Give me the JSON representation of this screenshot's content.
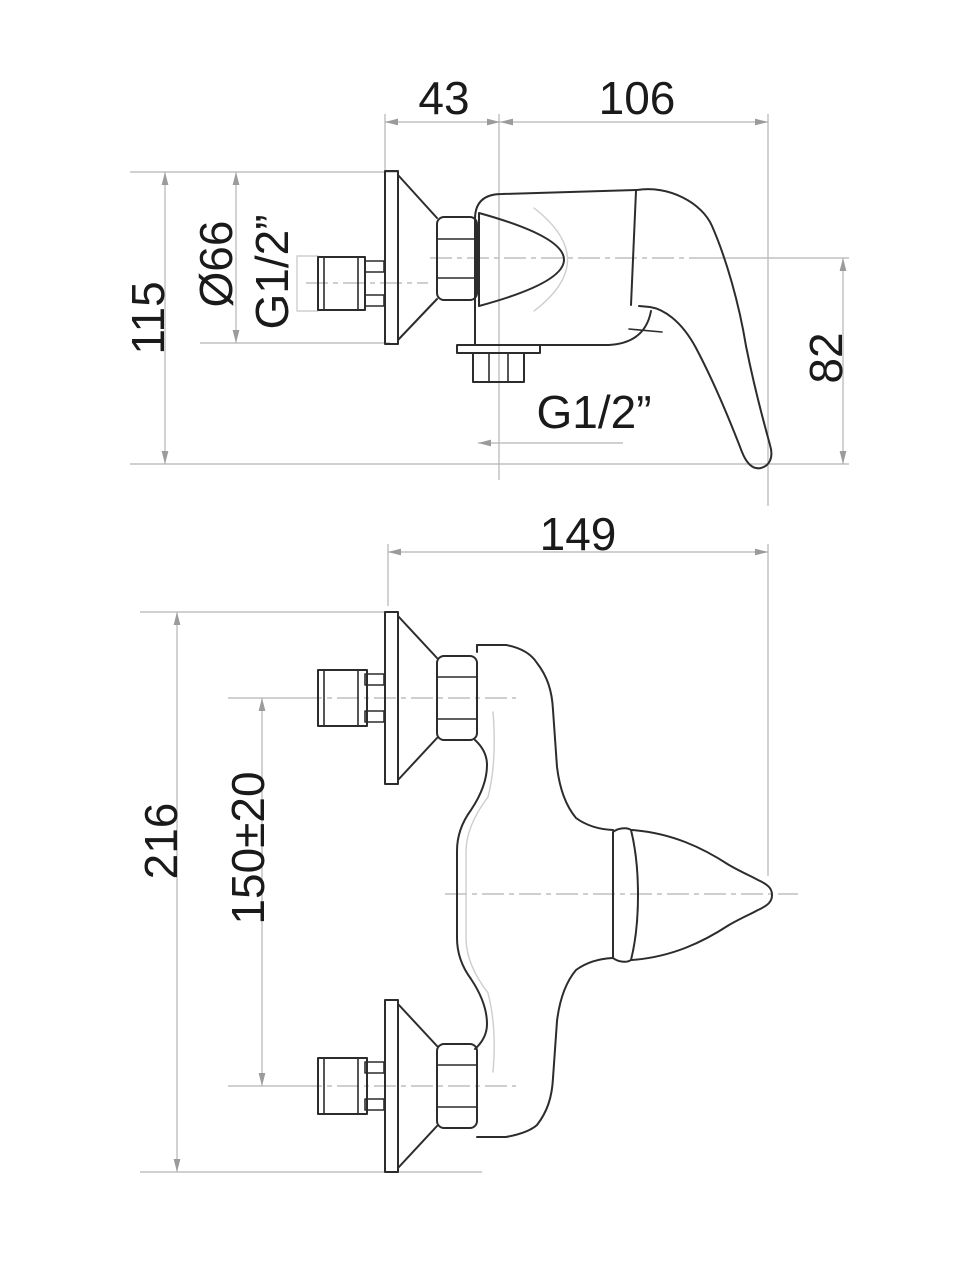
{
  "drawing_type": "technical dimensional drawing - wall mounted shower mixer tap, two orthographic views",
  "colors": {
    "line": "#2c2c2c",
    "dim": "#b5b5b5",
    "center": "#9f9f9f",
    "ghost": "#cdcdcd",
    "text": "#1a1a1a",
    "bg": "#ffffff"
  },
  "side_view": {
    "wall_to_outlet": "43",
    "outlet_to_handle_tip": "106",
    "overall_height": "115",
    "flange_diameter": "Ø66",
    "wall_thread": "G1/2”",
    "outlet_thread": "G1/2”",
    "axis_to_lever_bottom": "82"
  },
  "front_view": {
    "overall_width": "149",
    "overall_height": "216",
    "inlet_spacing": "150±20"
  }
}
